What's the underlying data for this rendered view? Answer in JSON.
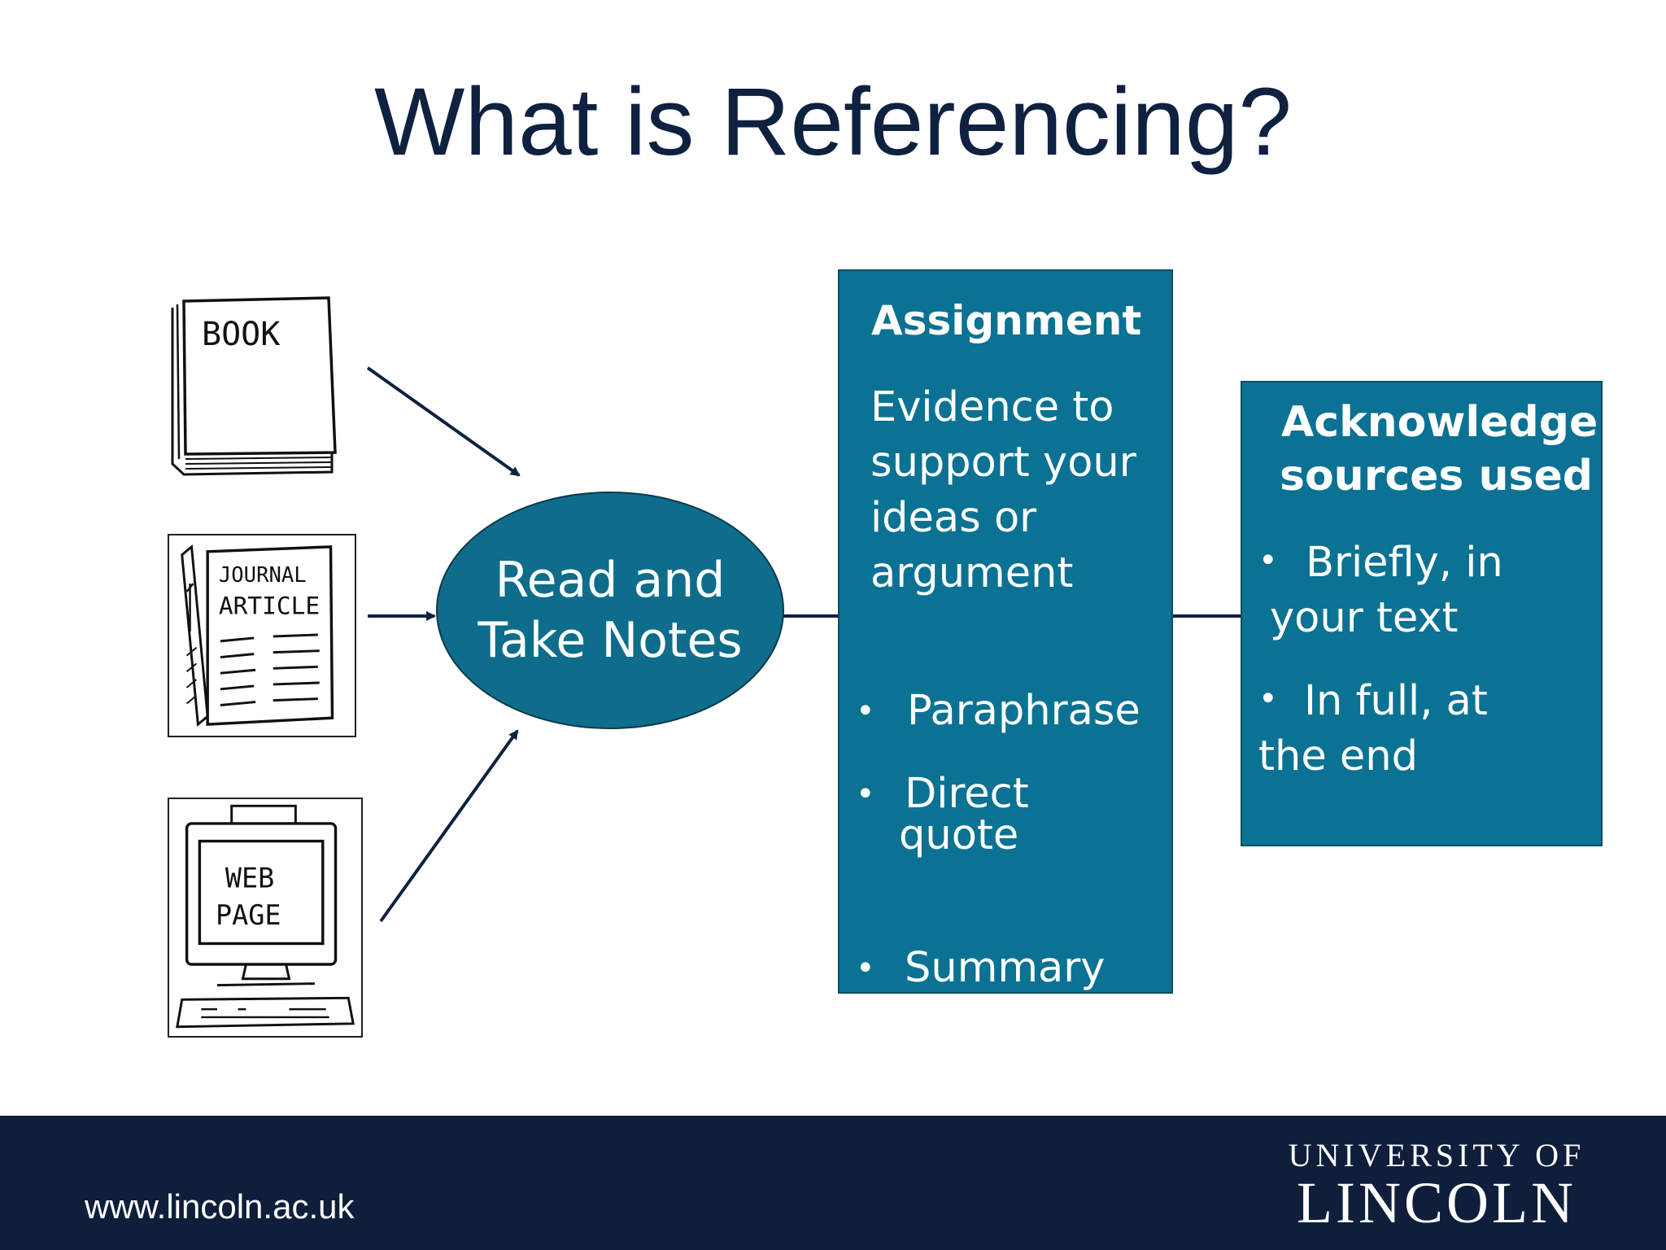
{
  "slide": {
    "title": "What is Referencing?"
  },
  "sources": {
    "book": "BOOK",
    "journal_line1": "JOURNAL",
    "journal_line2": "ARTICLE",
    "web_line1": "WEB",
    "web_line2": "PAGE"
  },
  "center": {
    "line1": "Read and",
    "line2": "Take Notes"
  },
  "assignment": {
    "heading": "Assignment",
    "body_lines": [
      "Evidence to",
      "support your",
      "ideas or",
      "argument"
    ],
    "bullet_1": "Paraphrase",
    "bullet_2_line1": "Direct",
    "bullet_2_line2": "quote",
    "bullet_3": "Summary"
  },
  "acknowledge": {
    "heading_line1": "Acknowledge",
    "heading_line2": "sources used",
    "item_1_line1": "Briefly, in",
    "item_1_line2": "your text",
    "item_2_line1": "In full, at",
    "item_2_line2": "the end"
  },
  "footer": {
    "url": "www.lincoln.ac.uk",
    "logo_line1": "UNIVERSITY OF",
    "logo_line2": "LINCOLN"
  },
  "colors": {
    "panel": "#0b7293",
    "ellipse": "#0e6d8a",
    "title": "#0f2140",
    "footer": "#0f1e3b"
  }
}
